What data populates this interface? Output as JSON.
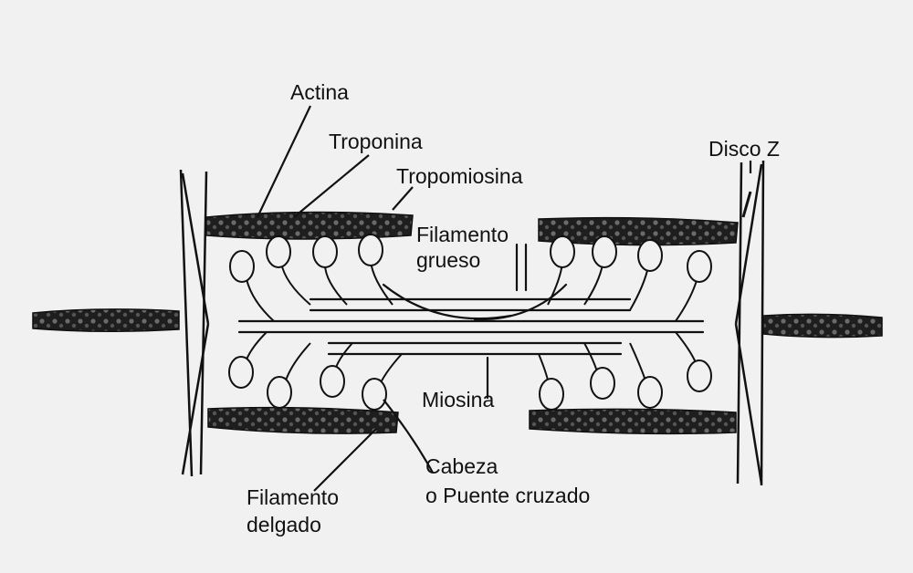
{
  "diagram": {
    "labels": {
      "actina": "Actina",
      "troponina": "Troponina",
      "tropomiosina": "Tropomiosina",
      "disco_z": "Disco Z",
      "filamento_grueso_1": "Filamento",
      "filamento_grueso_2": "grueso",
      "miosina": "Miosina",
      "cabeza_1": "Cabeza",
      "cabeza_2": "o Puente cruzado",
      "filamento_delgado_1": "Filamento",
      "filamento_delgado_2": "delgado"
    },
    "colors": {
      "background": "#f1f1f1",
      "ink": "#111111",
      "filament_fill": "#2a2a2a"
    }
  }
}
